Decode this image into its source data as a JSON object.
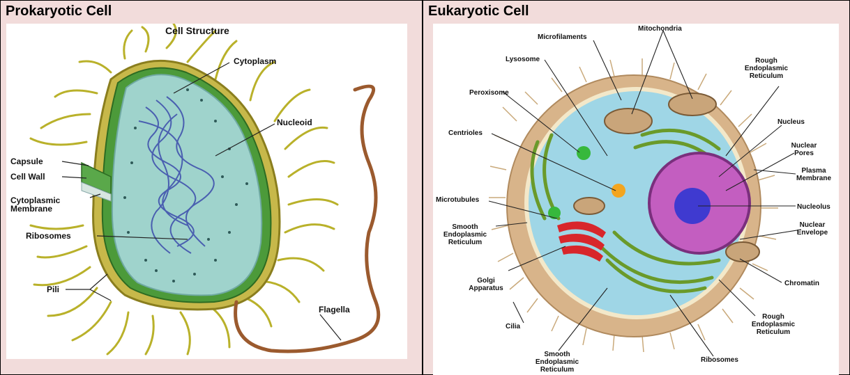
{
  "colors": {
    "background": "#f2dcdb",
    "border": "#000000"
  },
  "left": {
    "title": "Prokaryotic Cell",
    "diagram_title": "Cell Structure",
    "labels": {
      "cytoplasm": "Cytoplasm",
      "nucleoid": "Nucleoid",
      "capsule": "Capsule",
      "cell_wall": "Cell Wall",
      "membrane_1": "Cytoplasmic",
      "membrane_2": "Membrane",
      "ribosomes": "Ribosomes",
      "pili": "Pili",
      "flagella": "Flagella"
    }
  },
  "right": {
    "title": "Eukaryotic Cell",
    "labels": {
      "mitochondria": "Mitochondria",
      "microfilaments": "Microfilaments",
      "lysosome": "Lysosome",
      "rer_top_1": "Rough",
      "rer_top_2": "Endoplasmic",
      "rer_top_3": "Reticulum",
      "peroxisome": "Peroxisome",
      "nucleus": "Nucleus",
      "centrioles": "Centrioles",
      "nuclear_pores_1": "Nuclear",
      "nuclear_pores_2": "Pores",
      "plasma_membrane_1": "Plasma",
      "plasma_membrane_2": "Membrane",
      "microtubules": "Microtubules",
      "nucleolus": "Nucleolus",
      "ser_left_1": "Smooth",
      "ser_left_2": "Endoplasmic",
      "ser_left_3": "Reticulum",
      "nuclear_envelope_1": "Nuclear",
      "nuclear_envelope_2": "Envelope",
      "golgi_1": "Golgi",
      "golgi_2": "Apparatus",
      "chromatin": "Chromatin",
      "cilia": "Cilia",
      "rer_bottom_1": "Rough",
      "rer_bottom_2": "Endoplasmic",
      "rer_bottom_3": "Reticulum",
      "ser_bottom_1": "Smooth",
      "ser_bottom_2": "Endoplasmic",
      "ser_bottom_3": "Reticulum",
      "ribosomes": "Ribosomes"
    }
  }
}
